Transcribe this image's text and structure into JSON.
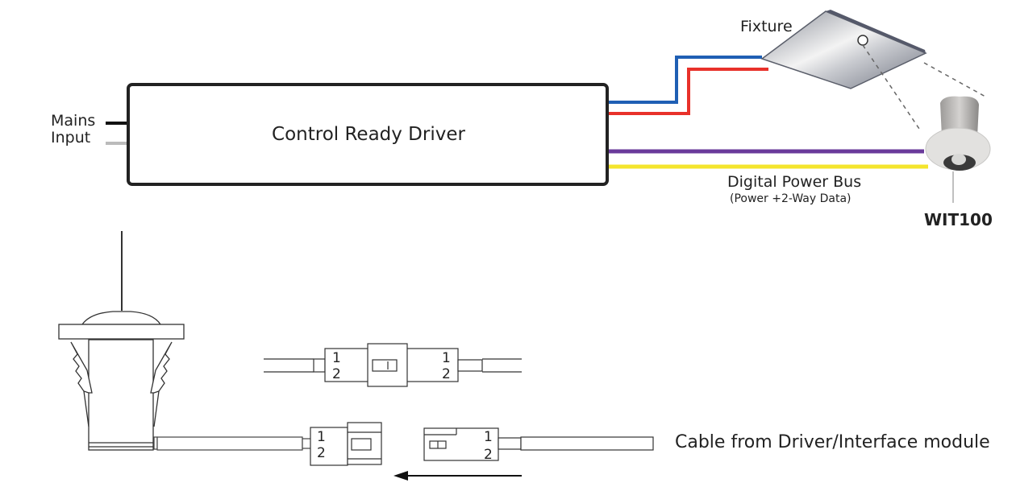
{
  "diagram": {
    "driver": {
      "label": "Control Ready Driver"
    },
    "mains_input": {
      "line1": "Mains",
      "line2": "Input"
    },
    "fixture": {
      "label": "Fixture"
    },
    "bus": {
      "label": "Digital Power Bus",
      "sublabel": "(Power +2-Way Data)"
    },
    "sensor": {
      "label": "WIT100"
    },
    "cable": {
      "label": "Cable from Driver/Interface module"
    },
    "connectors": {
      "mated": {
        "left_pins": [
          "1",
          "2"
        ],
        "right_pins": [
          "1",
          "2"
        ]
      },
      "sensor_side": {
        "pins": [
          "1",
          "2"
        ]
      },
      "driver_side": {
        "pins": [
          "1",
          "2"
        ]
      }
    },
    "wire_colors": {
      "mains_live": "#111111",
      "mains_neutral": "#bbbbbb",
      "fixture_blue": "#1f5fb4",
      "fixture_red": "#e8312a",
      "bus_purple": "#6a3a9a",
      "bus_yellow": "#f4e52c"
    }
  }
}
